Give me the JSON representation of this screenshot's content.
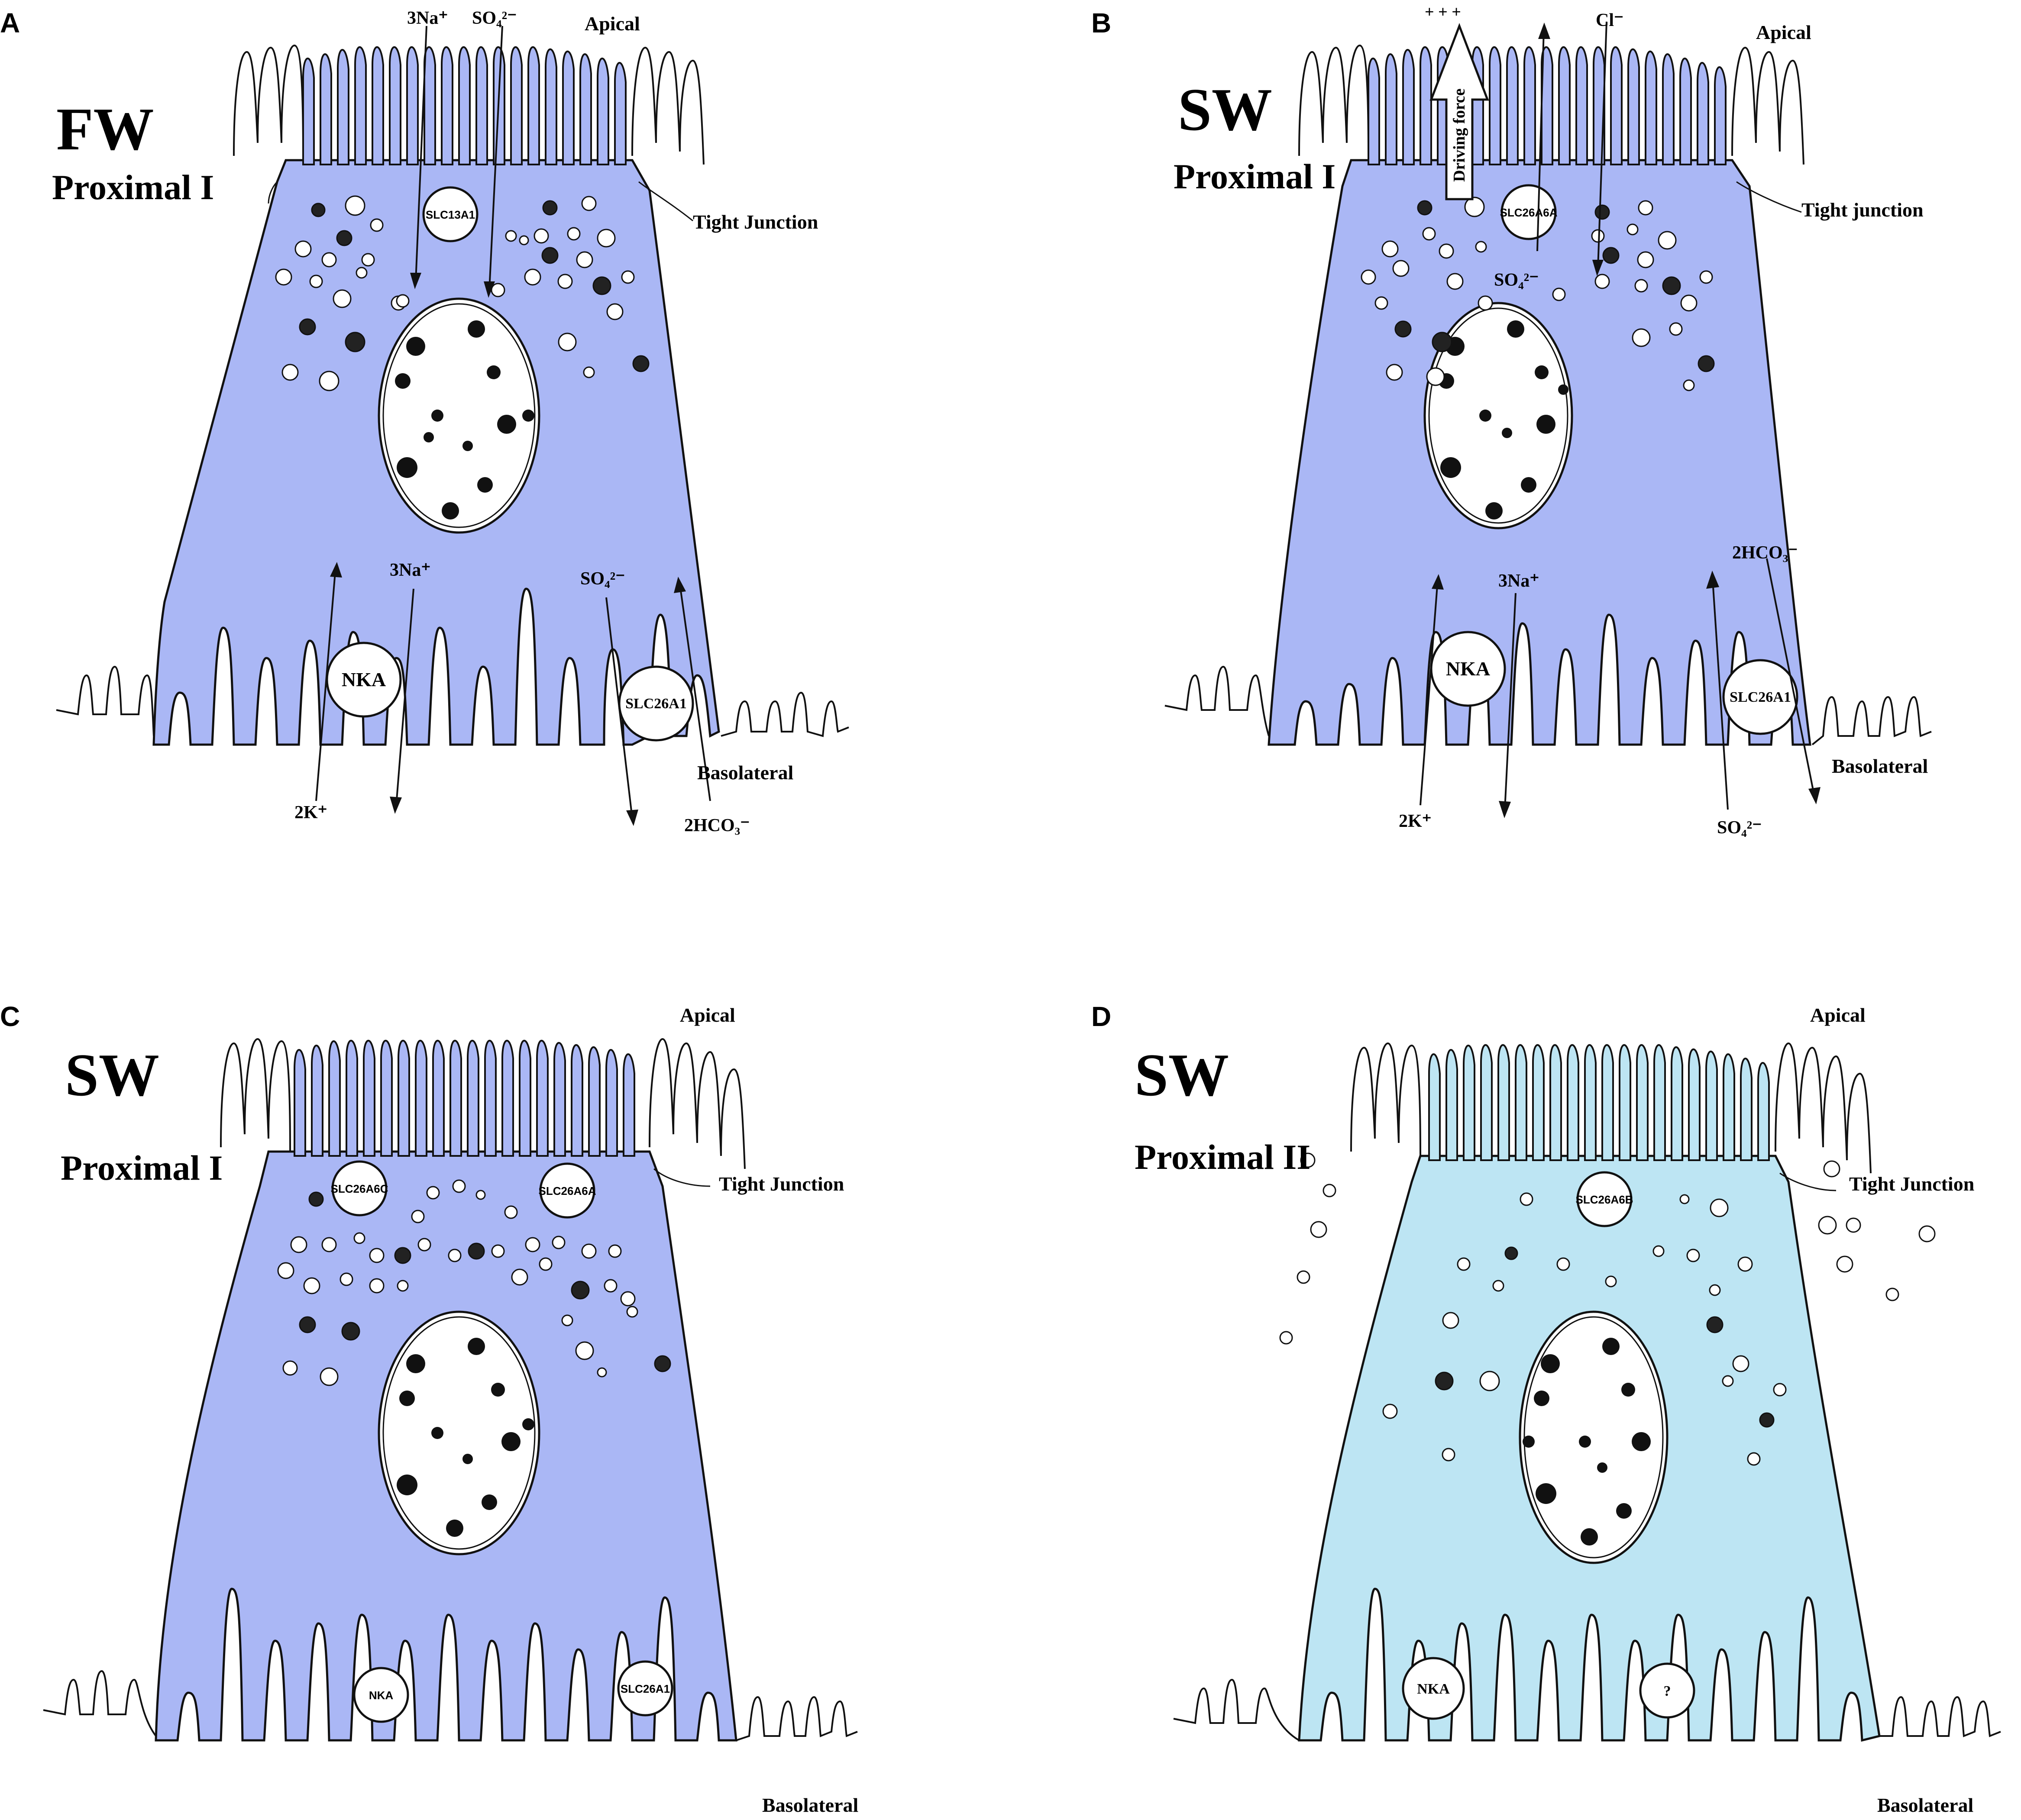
{
  "colors": {
    "cell_blue": "#aab7f5",
    "cell_lightblue": "#bde5f3",
    "outline": "#111111"
  },
  "panels": {
    "A": {
      "letter": "A",
      "condition": "FW",
      "region": "Proximal I",
      "apical": "Apical",
      "basolateral": "Basolateral",
      "tight_junction": "Tight Junction",
      "transporters": {
        "apical": "SLC13A1",
        "nka": "NKA",
        "basolateral": "SLC26A1"
      },
      "ions": {
        "apical_na": "3Na⁺",
        "apical_so4": "SO₄²⁻",
        "baso_na": "3Na⁺",
        "baso_so4": "SO₄²⁻",
        "k": "2K⁺",
        "hco3": "2HCO₃⁻"
      }
    },
    "B": {
      "letter": "B",
      "condition": "SW",
      "region": "Proximal I",
      "apical": "Apical",
      "basolateral": "Basolateral",
      "tight_junction": "Tight junction",
      "driving_force": "Driving force",
      "charge": "+ + +",
      "transporters": {
        "apical": "SLC26A6A",
        "nka": "NKA",
        "basolateral": "SLC26A1"
      },
      "ions": {
        "cl": "Cl⁻",
        "apical_so4": "SO₄²⁻",
        "baso_na": "3Na⁺",
        "k": "2K⁺",
        "hco3": "2HCO₃⁻",
        "baso_so4": "SO₄²⁻"
      }
    },
    "C": {
      "letter": "C",
      "condition": "SW",
      "region": "Proximal I",
      "apical": "Apical",
      "basolateral": "Basolateral",
      "tight_junction": "Tight Junction",
      "transporters": {
        "apical_left": "SLC26A6C",
        "apical_right": "SLC26A6A",
        "nka": "NKA",
        "basolateral": "SLC26A1"
      }
    },
    "D": {
      "letter": "D",
      "condition": "SW",
      "region": "Proximal II",
      "apical": "Apical",
      "basolateral": "Basolateral",
      "tight_junction": "Tight Junction",
      "transporters": {
        "apical": "SLC26A6B",
        "nka": "NKA",
        "unknown": "?"
      }
    }
  }
}
